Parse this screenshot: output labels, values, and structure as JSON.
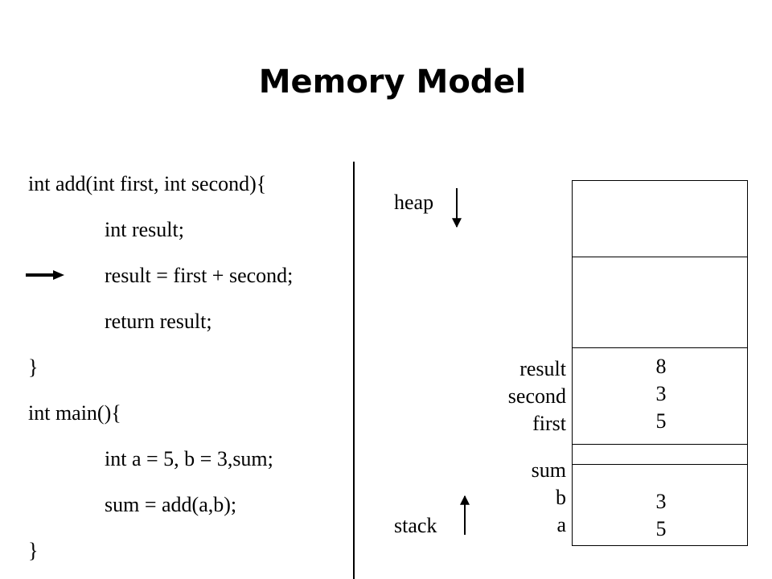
{
  "title": "Memory Model",
  "code": {
    "lines": [
      "int add(int first, int second){",
      "int result;",
      "result = first + second;",
      "return result;",
      "}",
      "int main(){",
      "int a = 5, b = 3,sum;",
      "sum = add(a,b);",
      "}"
    ]
  },
  "memory": {
    "heap_label": "heap",
    "stack_label": "stack",
    "add_frame": {
      "names": [
        "result",
        "second",
        "first"
      ],
      "values": [
        "8",
        "3",
        "5"
      ]
    },
    "main_frame": {
      "names": [
        "sum",
        "b",
        "a"
      ],
      "values": [
        "",
        "3",
        "5"
      ]
    }
  }
}
